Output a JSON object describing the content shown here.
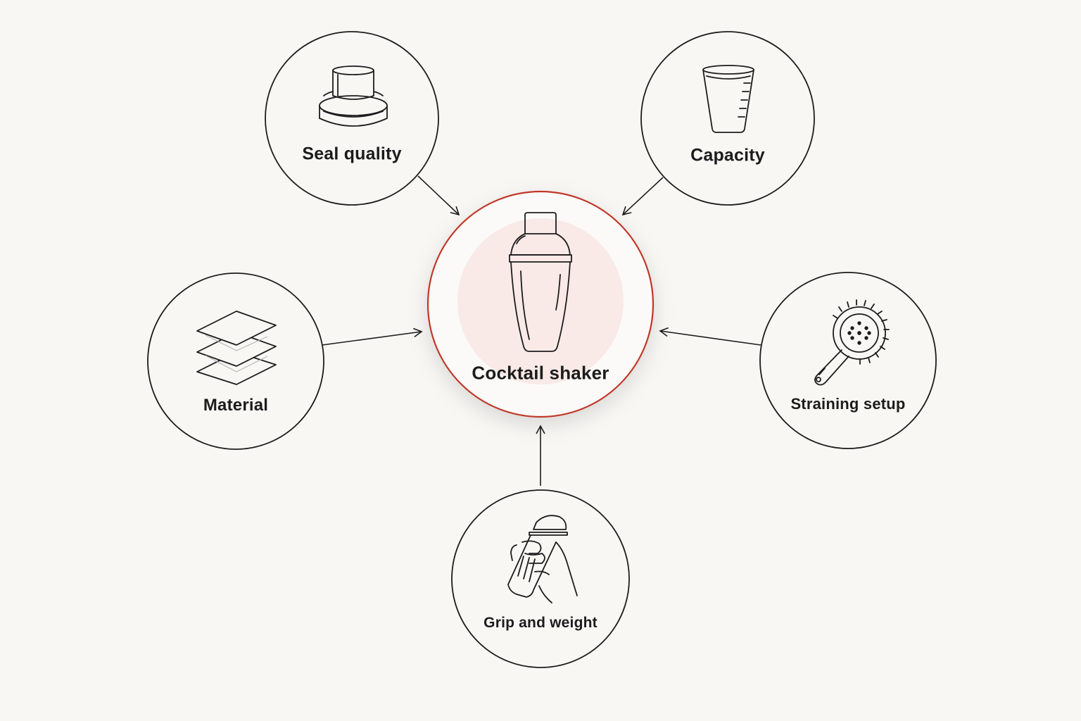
{
  "diagram": {
    "center": {
      "label": "Cocktail shaker",
      "icon": "cocktail-shaker-icon",
      "accent_color": "#c0392b",
      "halo_color": "#f8e4e2"
    },
    "factors": [
      {
        "id": "seal",
        "label": "Seal quality",
        "icon": "shaker-cap-icon"
      },
      {
        "id": "capacity",
        "label": "Capacity",
        "icon": "measuring-cup-icon"
      },
      {
        "id": "material",
        "label": "Material",
        "icon": "layers-icon"
      },
      {
        "id": "straining",
        "label": "Straining setup",
        "icon": "strainer-icon"
      },
      {
        "id": "grip",
        "label": "Grip and weight",
        "icon": "hand-holding-shaker-icon"
      }
    ],
    "line_color": "#1c1c1c",
    "background": "#f8f7f4"
  }
}
